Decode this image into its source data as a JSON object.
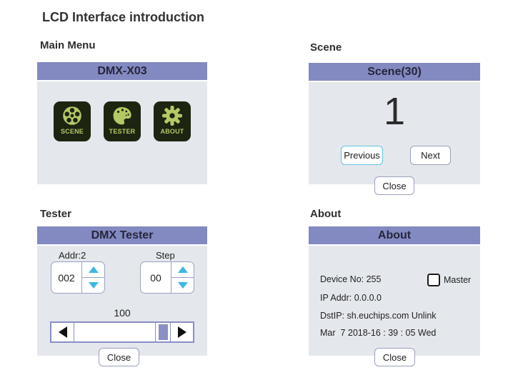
{
  "page": {
    "title": "LCD Interface introduction"
  },
  "colors": {
    "header_purple": "#8389c1",
    "panel_body": "#e4e7ec",
    "tile_dark": "#1d2410",
    "tile_green": "#b4c966",
    "spinner_arrow_cyan": "#3db8e3",
    "highlight_border_cyan": "#5fc3e7",
    "slider_purple": "#8a8fc5"
  },
  "main_menu": {
    "section_label": "Main Menu",
    "header": "DMX-X03",
    "icons": [
      {
        "label": "SCENE",
        "icon": "film-reel-icon"
      },
      {
        "label": "TESTER",
        "icon": "palette-icon"
      },
      {
        "label": "ABOUT",
        "icon": "gear-icon"
      }
    ]
  },
  "scene": {
    "section_label": "Scene",
    "header": "Scene(30)",
    "current_scene": "1",
    "previous_label": "Previous",
    "next_label": "Next",
    "close_label": "Close"
  },
  "tester": {
    "section_label": "Tester",
    "header": "DMX Tester",
    "addr_label": "Addr:2",
    "addr_value": "002",
    "step_label": "Step",
    "step_value": "00",
    "level_value": "100",
    "close_label": "Close"
  },
  "about": {
    "section_label": "About",
    "header": "About",
    "device_no": "Device No: 255",
    "master_label": "Master",
    "ip_addr": "IP Addr: 0.0.0.0",
    "dst_ip": "DstIP: sh.euchips.com Unlink",
    "datetime": "Mar  7 2018-16 : 39 : 05 Wed",
    "close_label": "Close"
  }
}
